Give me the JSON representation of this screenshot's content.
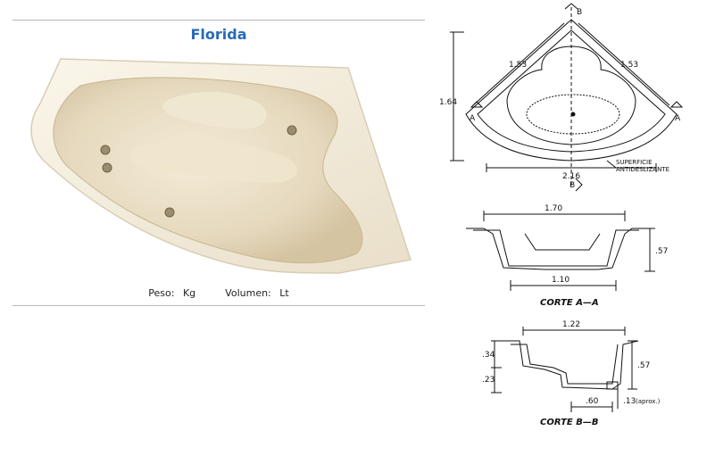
{
  "product": {
    "name": "Florida",
    "peso_label": "Peso:",
    "peso_unit": "Kg",
    "volumen_label": "Volumen:",
    "volumen_unit": "Lt"
  },
  "plan_view": {
    "section_marker": "B",
    "side_label_a": "A",
    "dim_left": "1.53",
    "dim_right": "1.53",
    "dim_height": "1.64",
    "dim_width": "2.16",
    "surface_note_1": "SUPERFICIE",
    "surface_note_2": "ANTIDESLIZANTE"
  },
  "section_a": {
    "caption": "CORTE  A—A",
    "dim_top": "1.70",
    "dim_bottom": "1.10",
    "dim_height": ".57"
  },
  "section_b": {
    "caption": "CORTE  B—B",
    "dim_top": "1.22",
    "dim_upper": ".34",
    "dim_lower": ".23",
    "dim_height": ".57",
    "dim_seat": ".60",
    "dim_drain": ".13",
    "drain_note": "(aprox.)"
  }
}
